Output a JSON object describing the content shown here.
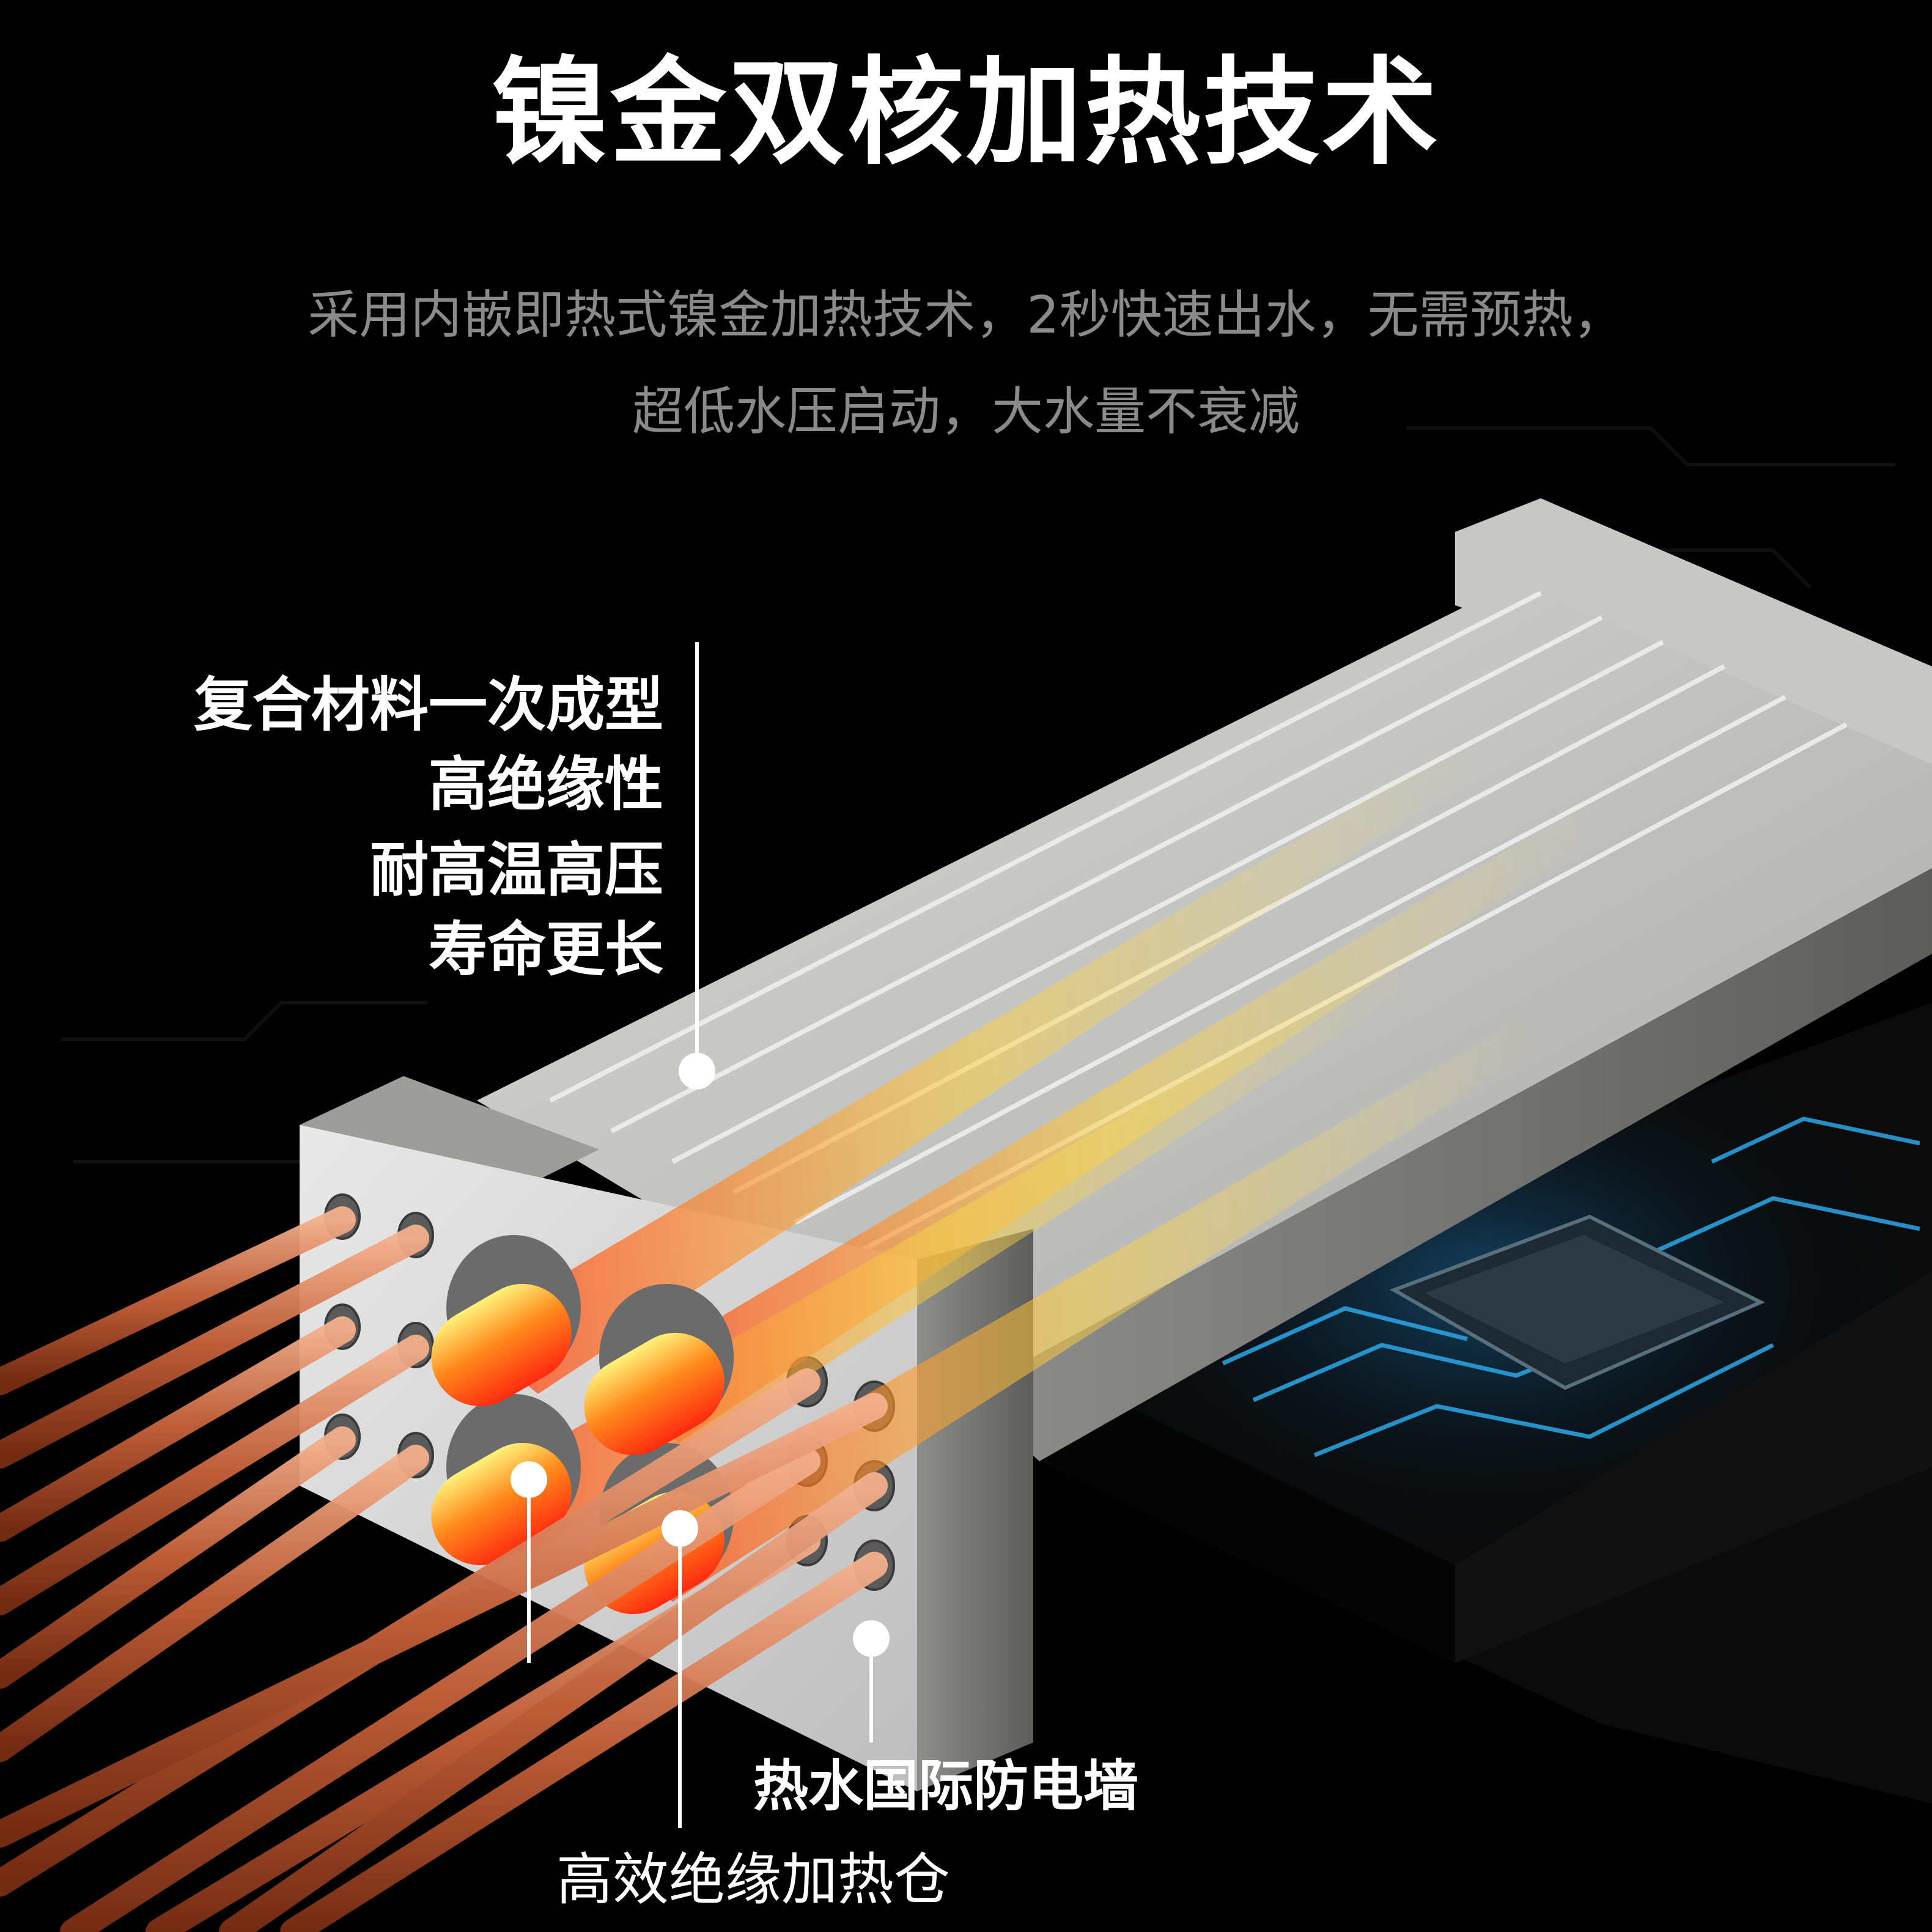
{
  "title": "镍金双核加热技术",
  "subtitle": {
    "line1": "采用内嵌即热式镍金加热技术，2秒快速出水，无需预热，",
    "line2": "超低水压启动，大水量不衰减"
  },
  "features": [
    "复合材料一次成型",
    "高绝缘性",
    "耐高温高压",
    "寿命更长"
  ],
  "labels": {
    "wall": "热水国际防电墙",
    "chamber": "高效绝缘加热仓"
  },
  "colors": {
    "background": "#000000",
    "title": "#ffffff",
    "subtitle": "#8a8a8a",
    "module": "#c9c9c9",
    "copper": "#d77a55",
    "heat_core": "#ff5a1a",
    "circuit": "#27a6e6"
  }
}
